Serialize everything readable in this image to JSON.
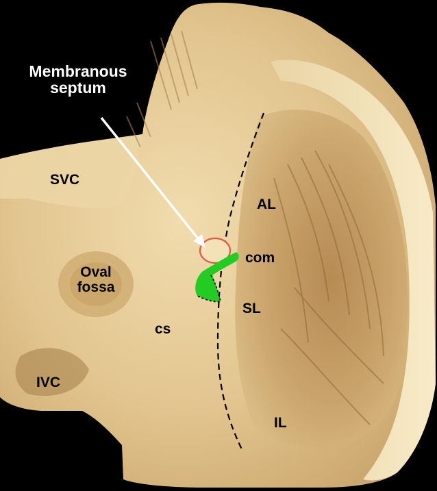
{
  "annotations": {
    "membranous_septum": {
      "line1": "Membranous",
      "line2": "septum"
    },
    "svc": "SVC",
    "oval_fossa": {
      "line1": "Oval",
      "line2": "fossa"
    },
    "ivc": "IVC",
    "cs": "cs",
    "al": "AL",
    "com": "com",
    "sl": "SL",
    "il": "IL"
  },
  "colors": {
    "background": "#000000",
    "tissue_light": "#f3dfb2",
    "tissue_mid": "#dcbf88",
    "tissue_shadow": "#b48f55",
    "rim": "#f6e8c3",
    "highlight_green": "#22cc22",
    "septum_outline": "#e05a44",
    "arrow": "#ffffff",
    "dashed_line": "#000000"
  }
}
